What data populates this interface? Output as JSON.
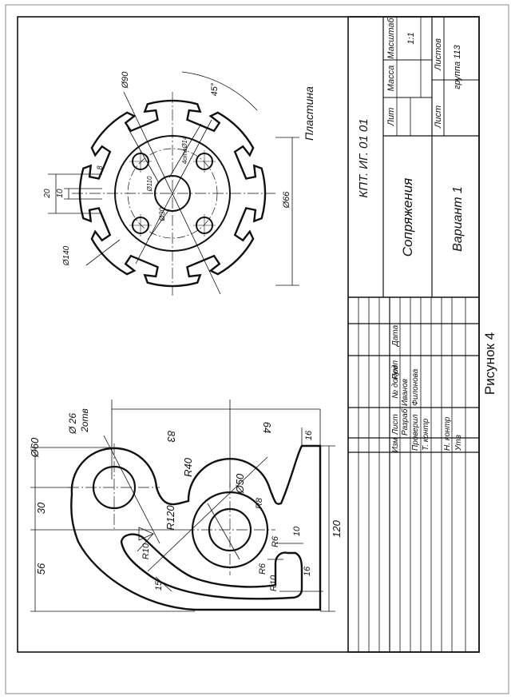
{
  "figure_caption": "Рисунок 4",
  "drawing": {
    "part_name": "Пластина",
    "left_dims": [
      "Ø60",
      "Ø 26",
      "2отв",
      "83",
      "64",
      "16",
      "R40",
      "R120",
      "Ø50",
      "R8",
      "R6",
      "10",
      "R6",
      "R10",
      "16",
      "R10",
      "15",
      "56",
      "30",
      "120"
    ],
    "right_dims": [
      "Ø90",
      "45°",
      "8",
      "Ø110",
      "4отвØ14",
      "Ø30",
      "20",
      "10",
      "Ø66",
      "Ø140"
    ]
  },
  "title_block": {
    "code": "КПТ. ИГ. 01 01",
    "title": "Сопряжения",
    "variant": "Вариант 1",
    "group": "группа 113",
    "lit_label": "Лит",
    "mass_label": "Масса",
    "scale_label": "Масштаб",
    "scale_value": "1:1",
    "sheet_label": "Лист",
    "sheets_label": "Листов",
    "col_izm": "Изм",
    "col_list": "Лист",
    "col_doc": "№ докум",
    "col_sign": "Подп",
    "col_date": "Дата",
    "row_dev": "Разраб",
    "row_check": "Проверил",
    "row_tcontr": "Т. контр",
    "row_ncontr": "Н. контр",
    "row_appr": "Утв",
    "dev_name": "Иванов",
    "check_name": "Филонова"
  }
}
